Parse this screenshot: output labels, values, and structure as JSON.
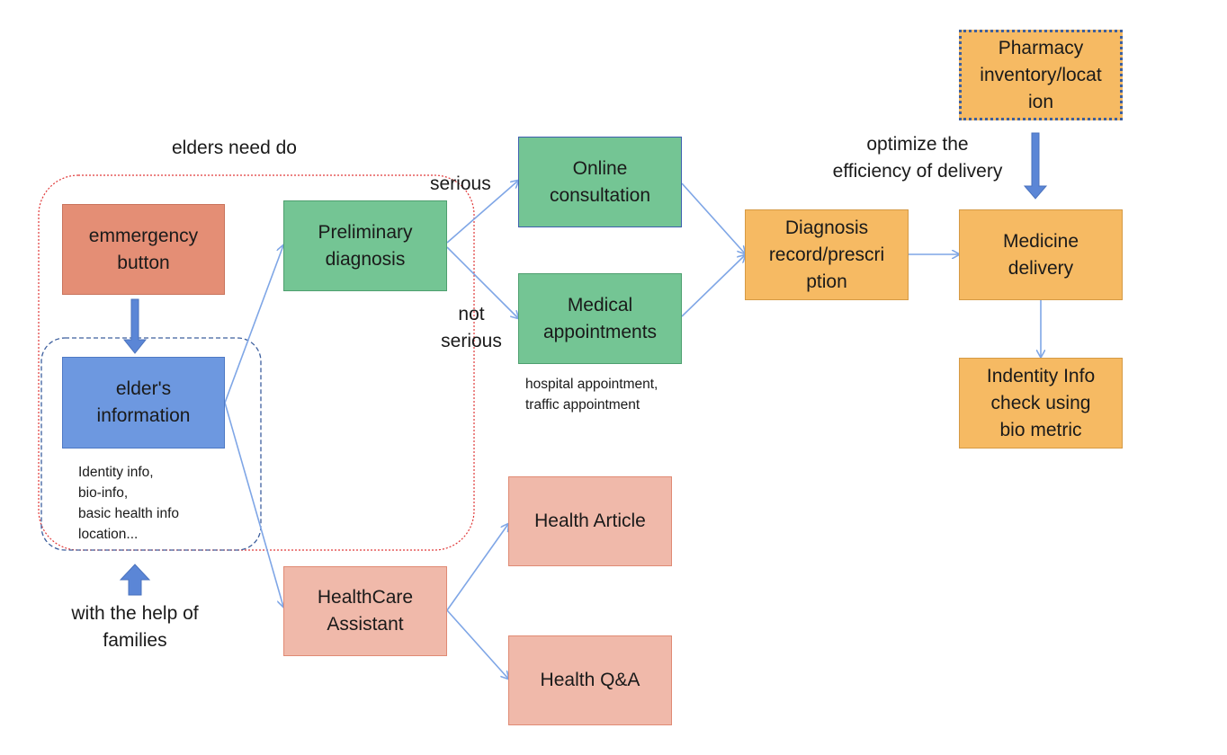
{
  "regions": {
    "elders_need_do": "elders need do"
  },
  "nodes": {
    "emergency": "emmergency\nbutton",
    "elder_info": "elder's\ninformation",
    "preliminary": "Preliminary\ndiagnosis",
    "online": "Online\nconsultation",
    "medical": "Medical\nappointments",
    "diagnosis": "Diagnosis\nrecord/prescri\nption",
    "medicine": "Medicine\ndelivery",
    "pharmacy": "Pharmacy\ninventory/locat\nion",
    "identity_check": "Indentity Info\ncheck using\nbio metric",
    "healthcare": "HealthCare\nAssistant",
    "article": "Health Article",
    "qa": "Health Q&A"
  },
  "notes": {
    "elder_info_details": "Identity info,\nbio-info,\nbasic health info\nlocation...",
    "appointment_details": "hospital appointment,\ntraffic appointment",
    "families": "with the help of\nfamilies",
    "optimize": "optimize the\nefficiency of delivery"
  },
  "edge_labels": {
    "serious": "serious",
    "not_serious": "not\nserious"
  },
  "colors": {
    "link": "#7fa6e6",
    "block_arrow": "#5b86d6",
    "region_red": "#e03a3a",
    "region_blue": "#3d5f9e"
  }
}
